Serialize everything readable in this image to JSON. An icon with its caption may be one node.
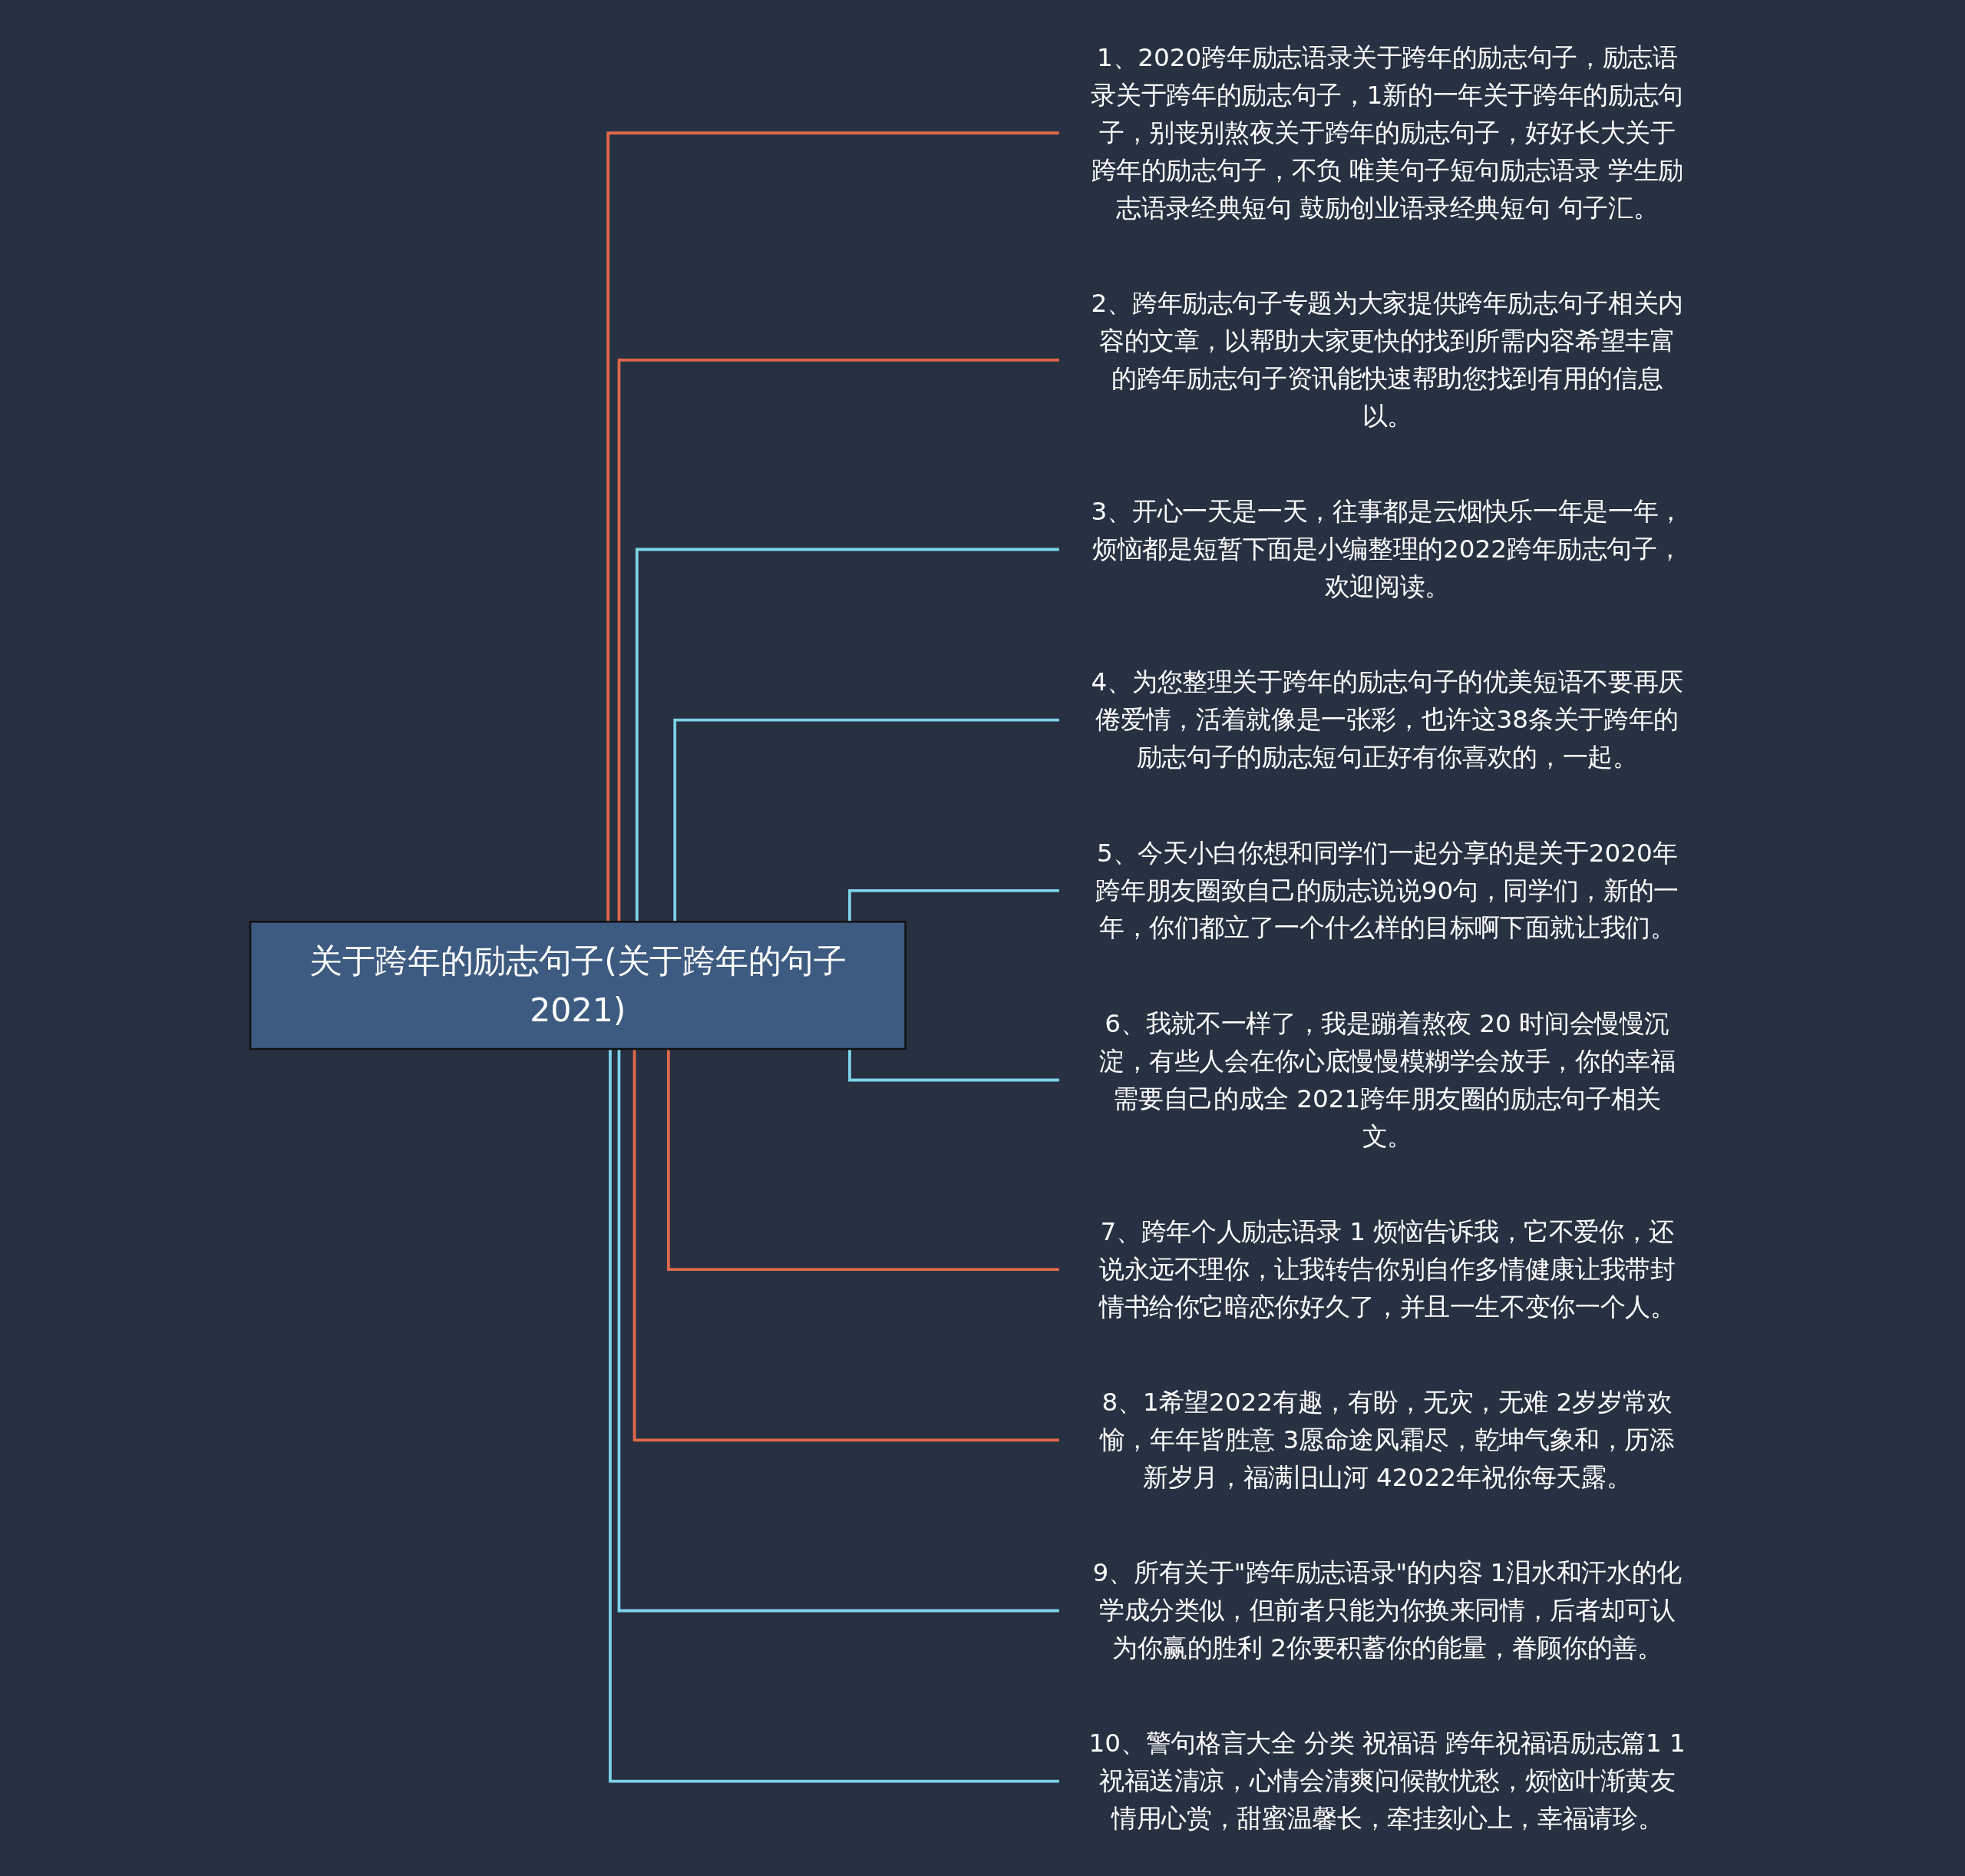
{
  "diagram": {
    "nodes": [
      {
        "text": [
          "关于跨年的励志句子(关于跨年的句子2021)"
        ]
      },
      {
        "text": [
          "1、2020跨年励志语录关于跨年的励志句子，励志语录关于跨年的励志句子，1新的一年关于跨年的励志句子，别丧别熬夜关于跨年的励志句子，好好长大关于跨年的励志句子，不负 唯美句子短句励志语录 学生励志语录经典短句 鼓励创业语录经典短句 句子汇。"
        ]
      },
      {
        "text": [
          "2、跨年励志句子专题为大家提供跨年励志句子相关内容的文章，以帮助大家更快的找到所需内容希望丰富的跨年励志句子资讯能快速帮助您找到有用的信息以。"
        ]
      },
      {
        "text": [
          "3、开心一天是一天，往事都是云烟快乐一年是一年，烦恼都是短暂下面是小编整理的2022跨年励志句子，欢迎阅读。"
        ]
      },
      {
        "text": [
          "4、为您整理关于跨年的励志句子的优美短语不要再厌倦爱情，活着就像是一张彩，也许这38条关于跨年的励志句子的励志短句正好有你喜欢的，一起。"
        ]
      },
      {
        "text": [
          "5、今天小白你想和同学们一起分享的是关于2020年跨年朋友圈致自己的励志说说90句，同学们，新的一年，你们都立了一个什么样的目标啊下面就让我们。"
        ]
      },
      {
        "text": [
          "6、我就不一样了，我是蹦着熬夜 20 时间会慢慢沉淀，有些人会在你心底慢慢模糊学会放手，你的幸福需要自己的成全 2021跨年朋友圈的励志句子相关文。"
        ]
      },
      {
        "text": [
          "7、跨年个人励志语录 1 烦恼告诉我，它不爱你，还说永远不理你，让我转告你别自作多情健康让我带封情书给你它暗恋你好久了，并且一生不变你一个人。"
        ]
      },
      {
        "text": [
          "8、1希望2022有趣，有盼，无灾，无难 2岁岁常欢愉，年年皆胜意 3愿命途风霜尽，乾坤气象和，历添新岁月，福满旧山河 42022年祝你每天露。"
        ]
      },
      {
        "text": [
          "9、所有关于\"跨年励志语录\"的内容 1泪水和汗水的化学成分类似，但前者只能为你换来同情，后者却可认为你赢的胜利 2你要积蓄你的能量，眷顾你的善。"
        ]
      },
      {
        "text": [
          "10、警句格言大全 分类 祝福语 跨年祝福语励志篇1 1祝福送清凉，心情会清爽问候散忧愁，烦恼叶渐黄友情用心赏，甜蜜温馨长，牵挂刻心上，幸福请珍。"
        ]
      }
    ],
    "edges": [
      {
        "from": 0,
        "to": 1,
        "arrow": "none",
        "color": "#e0684b"
      },
      {
        "from": 0,
        "to": 2,
        "arrow": "none",
        "color": "#e0684b"
      },
      {
        "from": 0,
        "to": 3,
        "arrow": "none"
      },
      {
        "from": 0,
        "to": 4,
        "arrow": "none"
      },
      {
        "from": 0,
        "to": 5,
        "arrow": "none"
      },
      {
        "from": 0,
        "to": 6,
        "arrow": "none"
      },
      {
        "from": 0,
        "to": 7,
        "arrow": "none",
        "color": "#e0684b"
      },
      {
        "from": 0,
        "to": 8,
        "arrow": "none",
        "color": "#e0684b"
      },
      {
        "from": 0,
        "to": 9,
        "arrow": "none"
      },
      {
        "from": 0,
        "to": 10,
        "arrow": "none"
      }
    ]
  }
}
